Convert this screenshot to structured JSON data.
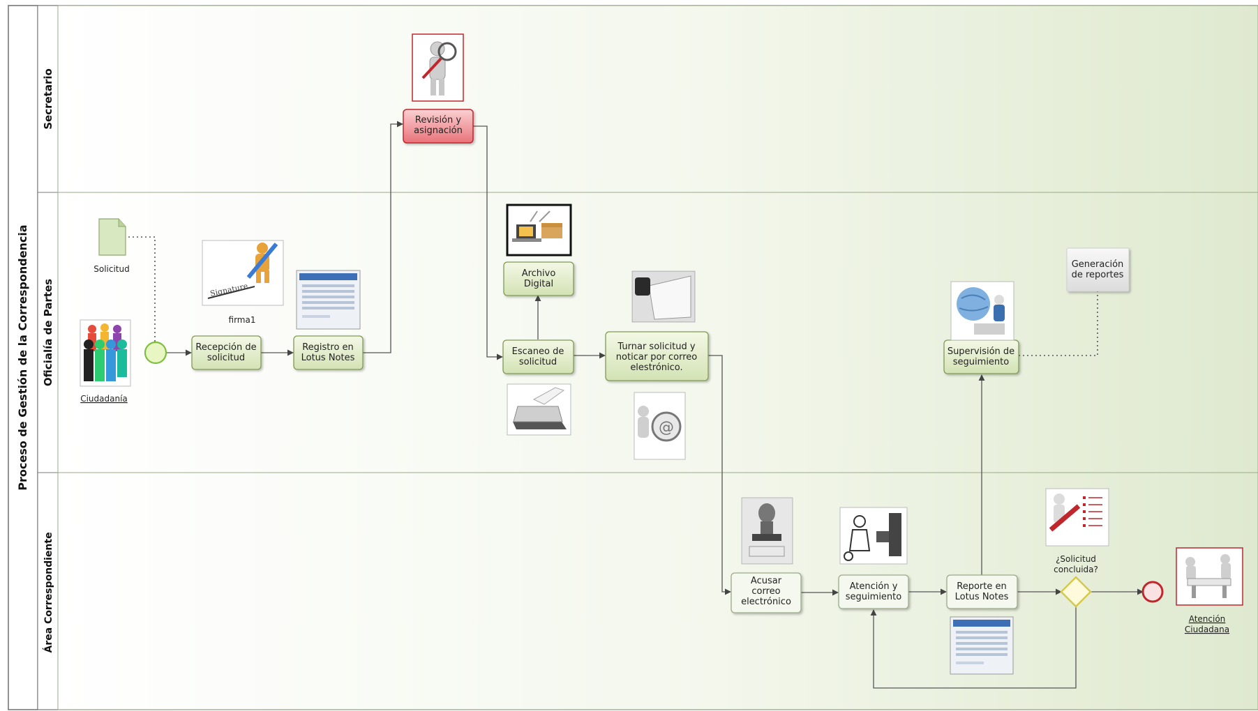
{
  "pool": {
    "title": "Proceso de Gestión de la Correspondencia"
  },
  "lanes": [
    "Secretario",
    "Oficialía de Partes",
    "Área Correspondiente"
  ],
  "tasks": {
    "revision": [
      "Revisión y",
      "asignación"
    ],
    "recepcion": [
      "Recepción de",
      "solicitud"
    ],
    "registro": [
      "Registro en",
      "Lotus Notes"
    ],
    "archivo": [
      "Archivo",
      "Digital"
    ],
    "escaneo": [
      "Escaneo de",
      "solicitud"
    ],
    "turnar": [
      "Turnar solicitud y",
      "noticar por correo",
      "elestrónico."
    ],
    "supervision": [
      "Supervisión de",
      "seguimiento"
    ],
    "generacion": [
      "Generación",
      "de reportes"
    ],
    "acusar": [
      "Acusar",
      "correo",
      "electrónico"
    ],
    "atencion": [
      "Atención y",
      "seguimiento"
    ],
    "reporte": [
      "Reporte en",
      "Lotus Notes"
    ]
  },
  "gateway": [
    "¿Solicitud",
    "concluida?"
  ],
  "labels": {
    "solicitud": "Solicitud",
    "firma": "firma1",
    "ciudadania": "Ciudadanía",
    "atencion_ciudadana": [
      "Atención",
      "Ciudadana"
    ],
    "signature": "Signature"
  },
  "icons": [
    "magnifier-person-icon",
    "document-icon",
    "signature-person-icon",
    "lotus-screen-icon",
    "people-group-icon",
    "laptop-archive-icon",
    "paper-hand-icon",
    "scanner-icon",
    "email-person-icon",
    "globe-person-icon",
    "stamp-icon",
    "office-worker-icon",
    "checklist-icon",
    "meeting-desk-icon"
  ],
  "colors": {
    "task_fill": "#e4edcf",
    "task_stroke": "#7f9a55",
    "red_task_fill": "#f2a0a4",
    "red_task_stroke": "#c0272d",
    "start_event": "#7fbf3f",
    "end_event": "#c0272d",
    "gateway": "#e0d050",
    "lane_border": "#9aaa88"
  }
}
